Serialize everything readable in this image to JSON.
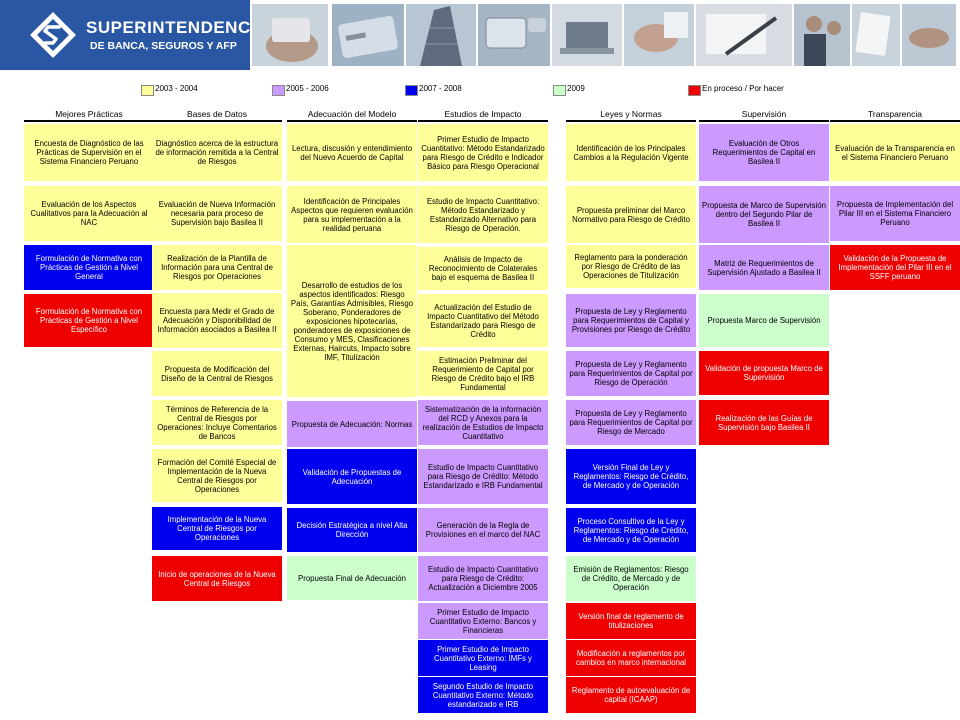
{
  "header": {
    "logo_name": "SUPERINTENDENCIA",
    "logo_sub": "DE BANCA, SEGUROS Y AFP"
  },
  "colors": {
    "banner_blue": "#2a57a3",
    "yellow": "#ffff99",
    "purple": "#cc99ff",
    "blue": "#0000ee",
    "green": "#ccffcc",
    "red": "#ee0000"
  },
  "legend": [
    {
      "label": "2003 - 2004",
      "color": "yellow"
    },
    {
      "label": "2005 - 2006",
      "color": "purple"
    },
    {
      "label": "2007 - 2008",
      "color": "blue"
    },
    {
      "label": "2009",
      "color": "green"
    },
    {
      "label": "En proceso / Por hacer",
      "color": "red"
    }
  ],
  "columns": [
    {
      "title": "Mejores Prácticas",
      "boxes": [
        {
          "text": "Encuesta de Diagnóstico de las Prácticas de Supervisión en el Sistema Financiero Peruano",
          "color": "yellow"
        },
        {
          "text": "Evaluación de los Aspectos Cualitativos para la Adecuación al NAC",
          "color": "yellow"
        },
        {
          "text": "Formulación de Normativa con Prácticas de Gestión a Nivel General",
          "color": "blue"
        },
        {
          "text": "Formulación de Normativa con Prácticas de Gestión a Nivel Específico",
          "color": "red"
        }
      ]
    },
    {
      "title": "Bases de Datos",
      "boxes": [
        {
          "text": "Diagnóstico acerca de la estructura de información remitida a la Central de Riesgos",
          "color": "yellow"
        },
        {
          "text": "Evaluación de Nueva Información necesaria para proceso de Supervisión bajo Basilea II",
          "color": "yellow"
        },
        {
          "text": "Realización de la Plantilla de Información para una Central de Riesgos por Operaciones",
          "color": "yellow"
        },
        {
          "text": "Encuesta para Medir el Grado de Adecuación y Disponibilidad de Información asociados a Basilea II",
          "color": "yellow"
        },
        {
          "text": "Propuesta de Modificación del Diseño de la Central de Riesgos",
          "color": "yellow"
        },
        {
          "text": "Términos de Referencia de la Central de Riesgos por Operaciones: Incluye Comentarios de Bancos",
          "color": "yellow"
        },
        {
          "text": "Formación del Comité Especial de Implementación de la Nueva Central de Riesgos por Operaciones",
          "color": "yellow"
        },
        {
          "text": "Implementación de la Nueva Central de Riesgos por Operaciones",
          "color": "blue"
        },
        {
          "text": "Inicio de operaciones de la Nueva Central de Riesgos",
          "color": "red"
        }
      ]
    },
    {
      "title": "Adecuación del Modelo",
      "boxes": [
        {
          "text": "Lectura, discusión y entendimiento del Nuevo Acuerdo de Capital",
          "color": "yellow"
        },
        {
          "text": "Identificación de Principales Aspectos que requieren evaluación para su implementación a la realidad peruana",
          "color": "yellow"
        },
        {
          "text": "Desarrollo de estudios de los aspectos identificados: Riesgo País, Garantías Admisibles, Riesgo Soberano, Ponderadores de exposiciones hipotecarias, ponderadores de exposiciones de Consumo y MES, Clasificaciones Externas, Haircuts, Impacto sobre IMF, Titulización",
          "color": "yellow"
        },
        {
          "text": "Propuesta de Adecuación: Normas",
          "color": "purple"
        },
        {
          "text": "Validación de Propuestas de Adecuación",
          "color": "blue"
        },
        {
          "text": "Decisión Estratégica a nivel Alta Dirección",
          "color": "blue"
        },
        {
          "text": "Propuesta Final de Adecuación",
          "color": "green"
        }
      ]
    },
    {
      "title": "Estudios de Impacto",
      "boxes": [
        {
          "text": "Primer Estudio de Impacto Cuantitativo: Método Estandarizado para Riesgo de Crédito e Indicador Básico para Riesgo Operacional",
          "color": "yellow"
        },
        {
          "text": "Estudio de Impacto Cuantitativo: Método Estandarizado y Estandarizado Alternativo para Riesgo de Operación.",
          "color": "yellow"
        },
        {
          "text": "Análisis de Impacto de Reconocimiento de Colaterales bajo el esquema de Basilea II",
          "color": "yellow"
        },
        {
          "text": "Actualización del Estudio de Impacto Cuantitativo del Método Estandarizado para Riesgo de Crédito",
          "color": "yellow"
        },
        {
          "text": "Estimación Preliminar del Requerimiento de Capital por Riesgo de Crédito bajo el IRB Fundamental",
          "color": "yellow"
        },
        {
          "text": "Sistematización de la información del RCD y Anexos para la realización de Estudios de Impacto Cuantitativo",
          "color": "purple"
        },
        {
          "text": "Estudio de Impacto Cuantitativo para Riesgo de Crédito: Método Estandarizado e IRB Fundamental",
          "color": "purple"
        },
        {
          "text": "Generación de la Regla de Provisiones en el marco del NAC",
          "color": "purple"
        },
        {
          "text": "Estudio de Impacto Cuantitativo para Riesgo de Crédito: Actualización a Diciembre 2005",
          "color": "purple"
        },
        {
          "text": "Primer Estudio de Impacto Cuantitativo Externo: Bancos y Financieras",
          "color": "purple"
        },
        {
          "text": "Primer Estudio de Impacto Cuantitativo Externo: IMFs y Leasing",
          "color": "blue"
        },
        {
          "text": "Segundo Estudio de Impacto Cuantitativo Externo: Método estandarizado e IRB",
          "color": "blue"
        }
      ]
    },
    {
      "title": "Leyes y Normas",
      "boxes": [
        {
          "text": "Identificación de los Principales Cambios a la Regulación Vigente",
          "color": "yellow"
        },
        {
          "text": "Propuesta preliminar del Marco Normativo para Riesgo de Crédito",
          "color": "yellow"
        },
        {
          "text": "Reglamento para la ponderación por Riesgo de Crédito de las Operaciones de Titulización",
          "color": "yellow"
        },
        {
          "text": "Propuesta de Ley y Reglamento para Requerimientos de Capital y Provisiones por Riesgo de Crédito",
          "color": "purple"
        },
        {
          "text": "Propuesta de Ley y Reglamento para Requerimientos de Capital por Riesgo de Operación",
          "color": "purple"
        },
        {
          "text": "Propuesta de Ley y Reglamento para Requerimientos de Capital por Riesgo de Mercado",
          "color": "purple"
        },
        {
          "text": "Versión Final de Ley y Reglamentos: Riesgo de Crédito, de Mercado y de Operación",
          "color": "blue"
        },
        {
          "text": "Proceso Consultivo de la Ley y Reglamentos: Riesgo de Crédito, de Mercado y de Operación",
          "color": "blue"
        },
        {
          "text": "Emisión de Reglamentos: Riesgo de Crédito, de Mercado y de Operación",
          "color": "green"
        },
        {
          "text": "Versión final de reglamento de titulizaciones",
          "color": "red"
        },
        {
          "text": "Modificación a reglamentos por cambios en marco internacional",
          "color": "red"
        },
        {
          "text": "Reglamento de autoevaluación de capital (ICAAP)",
          "color": "red"
        }
      ]
    },
    {
      "title": "Supervisión",
      "boxes": [
        {
          "text": "Evaluación de Otros Requerimientos de Capital en Basilea II",
          "color": "purple"
        },
        {
          "text": "Propuesta de Marco de Supervisión dentro del Segundo Pilar de Basilea II",
          "color": "purple"
        },
        {
          "text": "Matriz de Requerimientos de Supervisión Ajustado a Basilea II",
          "color": "purple"
        },
        {
          "text": "Propuesta Marco de Supervisión",
          "color": "green"
        },
        {
          "text": "Validación de propuesta Marco de Supervisión",
          "color": "red"
        },
        {
          "text": "Realización de las Guías de Supervisión bajo Basilea II",
          "color": "red"
        }
      ]
    },
    {
      "title": "Transparencia",
      "boxes": [
        {
          "text": "Evaluación de la Transparencia en el Sistema Financiero Peruano",
          "color": "yellow"
        },
        {
          "text": "Propuesta de Implementación del Pilar III en el Sistema Financiero Peruano",
          "color": "purple"
        },
        {
          "text": "Validación de la Propuesta de Implementación del Pilar III en el SSFF peruano",
          "color": "red"
        }
      ]
    }
  ]
}
